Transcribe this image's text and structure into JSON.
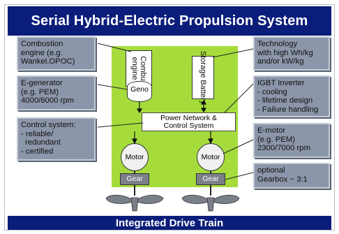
{
  "title": "Serial Hybrid-Electric Propulsion System",
  "footer": "Integrated Drive Train",
  "components": {
    "combustion_engine": "Combu engine",
    "generator": "Geno",
    "storage_battery": "Storage Battery",
    "power_network": [
      "Power Network &",
      "Control System"
    ],
    "motor_left": "Motor",
    "motor_right": "Motor",
    "gear_left": "Gear",
    "gear_right": "Gear"
  },
  "notes": {
    "combustion": [
      "Combustion",
      "engine (e.g.",
      "Wankel,OPOC)"
    ],
    "generator": [
      "E-generator",
      "(e.g. PEM)",
      "4000/6000 rpm"
    ],
    "control": [
      "Control system:",
      "- reliable/",
      "  redundant",
      "- certified"
    ],
    "technology": [
      "Technology",
      "with high Wh/kg",
      "and/or kW/kg"
    ],
    "igbt": [
      "IGBT Inverter",
      "- cooling",
      "- lifetime design",
      "- Failure handling"
    ],
    "emotor": [
      "E-motor",
      "(e.g. PEM)",
      "2300/7000 rpm"
    ],
    "gearbox": [
      "optional",
      "Gearbox ~ 3:1"
    ]
  }
}
